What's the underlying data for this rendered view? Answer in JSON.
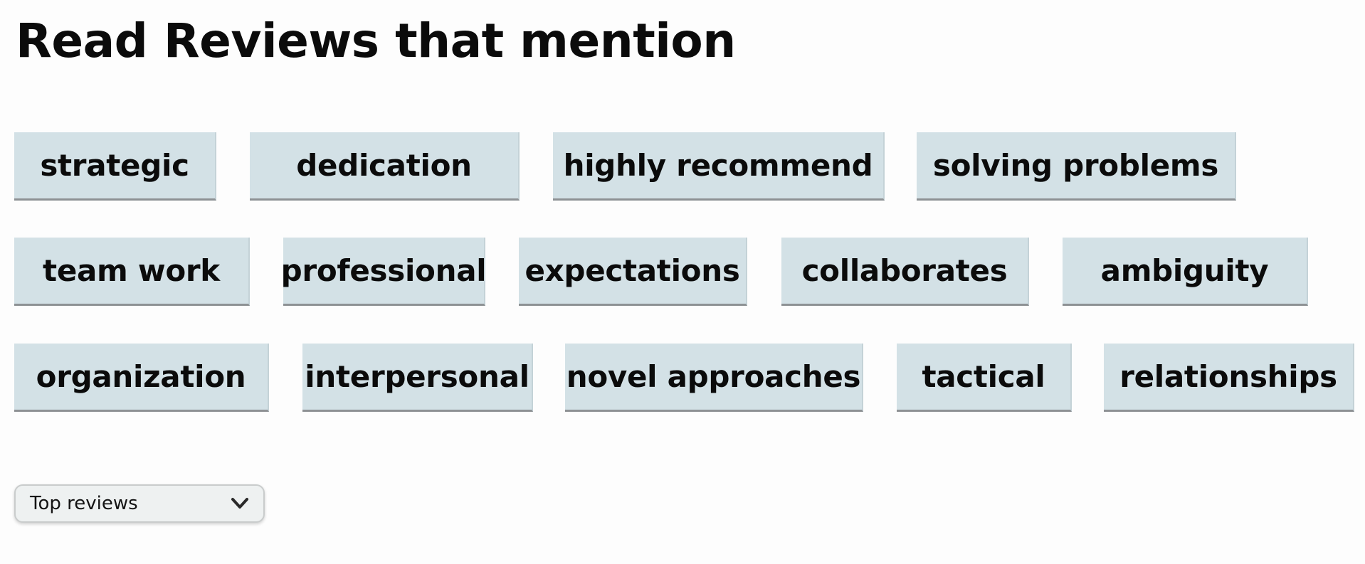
{
  "heading": "Read Reviews that mention",
  "tags": [
    "strategic",
    "dedication",
    "highly recommend",
    "solving problems",
    "team work",
    "professional",
    "expectations",
    "collaborates",
    "ambiguity",
    "organization",
    "interpersonal",
    "novel approaches",
    "tactical",
    "relationships"
  ],
  "sort": {
    "selected": "Top reviews",
    "icon": "chevron-down-icon"
  },
  "colors": {
    "chip_background": "#d3e1e6",
    "chip_border": "#8d9194",
    "text": "#0b0b0b"
  }
}
